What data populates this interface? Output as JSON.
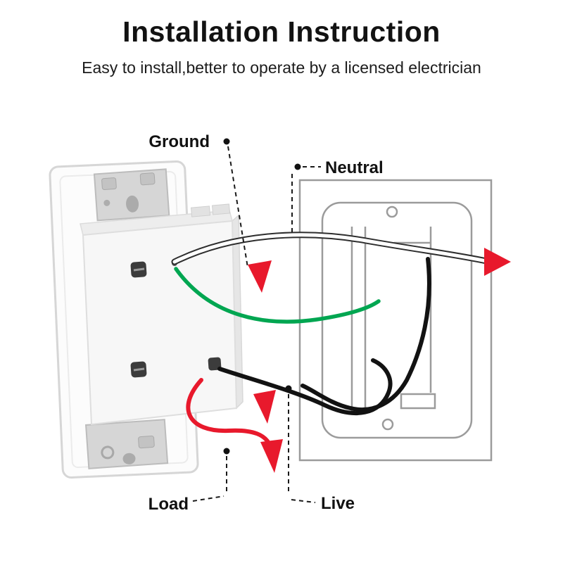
{
  "header": {
    "title": "Installation Instruction",
    "subtitle": "Easy to install,better to operate by a licensed electrician"
  },
  "diagram": {
    "labels": {
      "ground": "Ground",
      "neutral": "Neutral",
      "load": "Load",
      "live": "Live"
    },
    "colors": {
      "ground_wire": "#00a651",
      "neutral_wire": "#ffffff",
      "neutral_outline": "#2e2e2e",
      "live_wire": "#121212",
      "load_wire": "#e8192c",
      "arrow": "#e8192c",
      "box_outline": "#9b9b9b"
    }
  }
}
